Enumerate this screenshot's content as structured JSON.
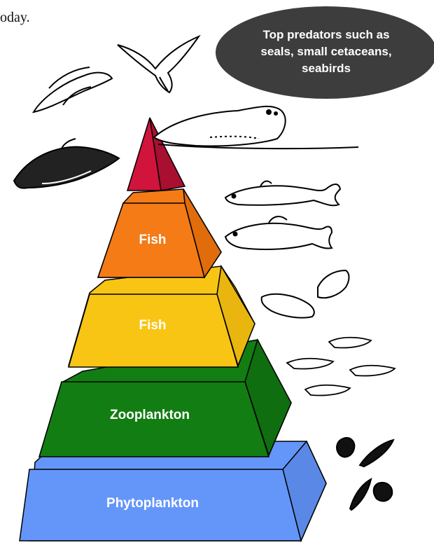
{
  "caption_fragment": "oday.",
  "bubble": {
    "lines": [
      "Top predators such as",
      "seals, small cetaceans,",
      "seabirds"
    ]
  },
  "pyramid": {
    "levels": [
      {
        "label": "",
        "color": "#d0143c"
      },
      {
        "label": "Fish",
        "color": "#f47b16"
      },
      {
        "label": "Fish",
        "color": "#f8c514"
      },
      {
        "label": "Zooplankton",
        "color": "#127d12"
      },
      {
        "label": "Phytoplankton",
        "color": "#6496fa"
      }
    ]
  },
  "organisms": [
    "seabird-icon",
    "gull-icon",
    "seal-icon",
    "porpoise-icon",
    "fish-icon",
    "cod-icon",
    "flatfish-icon",
    "krill-icon",
    "phytoplankton-icon"
  ]
}
